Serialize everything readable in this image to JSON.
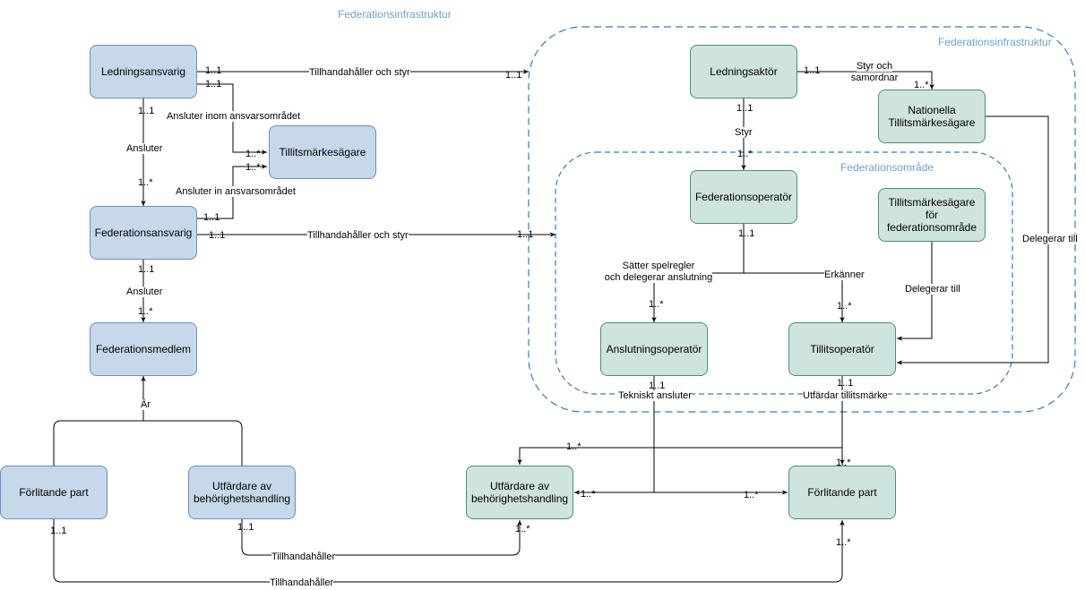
{
  "titles": {
    "outer_top": "Federationsinfrastruktur",
    "infra_group": "Federationsinfrastruktur",
    "area_group": "Federationsområde"
  },
  "nodes": {
    "ledningsansvarig": "Ledningsansvarig",
    "tillitsmarkesagare": "Tillitsmärkesägare",
    "federationsansvarig": "Federationsansvarig",
    "federationsmedlem": "Federationsmedlem",
    "forlitande_part_left": "Förlitande part",
    "utfardare_left": "Utfärdare av behörighetshandling",
    "ledningsaktor": "Ledningsaktör",
    "nationella": "Nationella Tillitsmärkesägare",
    "federationsoperator": "Federationsoperatör",
    "tillitsmarkesagare_omrade": "Tillitsmärkesägare för federationsområde",
    "anslutningsoperator": "Anslutningsoperatör",
    "tillitsoperator": "Tillitsoperatör",
    "utfardare_right": "Utfärdare av behörighetshandling",
    "forlitande_part_right": "Förlitande part"
  },
  "edge_labels": {
    "tillhandahaller_och_styr_1": "Tillhandahåller och styr",
    "tillhandahaller_och_styr_2": "Tillhandahåller och styr",
    "ansluter_inom": "Ansluter inom ansvarsområdet",
    "ansluter_in": "Ansluter in ansvarsområdet",
    "ansluter_1": "Ansluter",
    "ansluter_2": "Ansluter",
    "ar": "Är",
    "styr_och_samordnar_1": "Styr och",
    "styr_och_samordnar_2": "samordnar",
    "styr": "Styr",
    "satter_1": "Sätter spelregler",
    "satter_2": "och delegerar anslutning",
    "erkanner": "Erkänner",
    "delegerar_till_1": "Delegerar till",
    "delegerar_till_2": "Delegerar till",
    "tekniskt_ansluter": "Tekniskt ansluter",
    "utfardar_tillitsmarke": "Utfärdar tillitsmärke",
    "tillhandahaller_1": "Tillhandahåller",
    "tillhandahaller_2": "Tillhandahåller"
  },
  "multiplicities": {
    "m_la_1": "1..1",
    "m_la_2": "1..1",
    "m_la_3": "1..1",
    "m_infra_in": "1..1",
    "m_tms_1": "1..*",
    "m_tms_2": "1..*",
    "m_fa_top": "1..*",
    "m_fa_1": "1..1",
    "m_fa_2": "1..1",
    "m_fa_bot": "1..1",
    "m_area_in": "1..1",
    "m_fm_top": "1..*",
    "m_lakt": "1..1",
    "m_lakt_bot": "1..1",
    "m_nat": "1..*",
    "m_fo_top": "1..*",
    "m_fo_bot": "1..1",
    "m_ao_top": "1..*",
    "m_to_top": "1..*",
    "m_ao_bot": "1..1",
    "m_to_bot": "1..1",
    "m_cross_1": "1..*",
    "m_fpr_top": "1..*",
    "m_ur_right": "1..*",
    "m_fpr_left": "1..*",
    "m_ur_bot": "1..*",
    "m_fpr_bot": "1..*",
    "m_fpl_bot": "1..1",
    "m_ul_bot": "1..1"
  },
  "colors": {
    "blue_fill": "#c6d8ea",
    "blue_stroke": "#6c8ebf",
    "green_fill": "#cfe3df",
    "green_stroke": "#4f8a80",
    "group_stroke": "#3a7ab8",
    "title_color": "#6fa0d0"
  }
}
